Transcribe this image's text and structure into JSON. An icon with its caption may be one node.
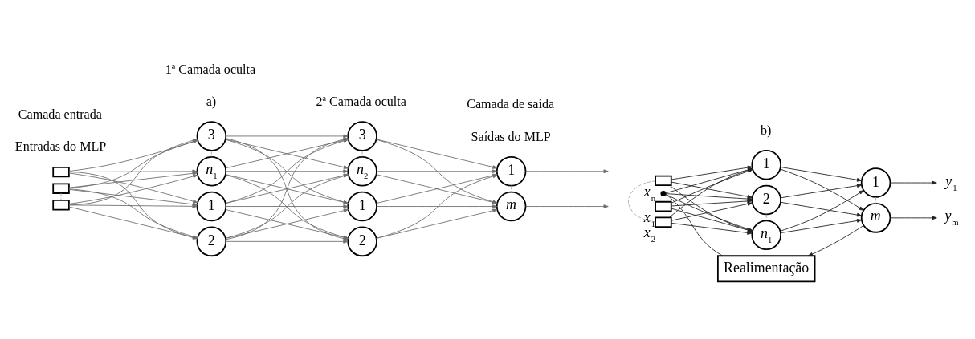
{
  "diagram": {
    "nodes": [
      {
        "text": [],
        "shape": "box"
      },
      {
        "text": [],
        "shape": "box"
      },
      {
        "text": [],
        "shape": "box"
      },
      {
        "text": [
          "1"
        ]
      },
      {
        "text": [
          "2"
        ]
      },
      {
        "text": [
          "3"
        ]
      },
      {
        "text": [
          "*n*$_{1}$"
        ]
      },
      {
        "text": [
          "1"
        ]
      },
      {
        "text": [
          "2"
        ]
      },
      {
        "text": [
          "3"
        ]
      },
      {
        "text": [
          "*n*$_{2}$"
        ]
      },
      {
        "text": [
          "1"
        ]
      },
      {
        "text": [
          "*m*"
        ]
      },
      {
        "text": [],
        "shape": "box",
        "beside": [
          "*x*$_{1}$"
        ]
      },
      {
        "text": [],
        "shape": "box",
        "beside": [
          "*x*$_{2}$"
        ]
      },
      {
        "text": [],
        "shape": "box",
        "beside": [
          "*x*$_{n}$"
        ]
      },
      {
        "text": [
          "1"
        ]
      },
      {
        "text": [
          "2"
        ]
      },
      {
        "text": [
          "*n*$_{1}$"
        ]
      },
      {
        "text": [
          "1"
        ]
      },
      {
        "text": [
          "*m*"
        ]
      },
      {
        "text": [
          "*y*$_{1}$"
        ]
      },
      {
        "text": [
          "*y*$_{m}$"
        ]
      },
      {
        "text": [],
        "shape": "dot"
      },
      {
        "text": [
          "Realimentação"
        ]
      }
    ],
    "edges": [
      {
        "from": 0,
        "to": 3,
        "arrow": "to"
      },
      {
        "from": 0,
        "to": 4,
        "arrow": "to"
      },
      {
        "from": 0,
        "to": 5,
        "arrow": "to"
      },
      {
        "from": 0,
        "to": 6,
        "arrow": "to"
      },
      {
        "from": 1,
        "to": 3,
        "arrow": "to"
      },
      {
        "from": 1,
        "to": 4,
        "arrow": "to"
      },
      {
        "from": 1,
        "to": 5,
        "arrow": "to"
      },
      {
        "from": 1,
        "to": 6,
        "arrow": "to"
      },
      {
        "from": 2,
        "to": 3,
        "arrow": "to"
      },
      {
        "from": 2,
        "to": 4,
        "arrow": "to"
      },
      {
        "from": 2,
        "to": 5,
        "arrow": "to"
      },
      {
        "from": 2,
        "to": 6,
        "arrow": "to"
      },
      {
        "from": 3,
        "to": 7,
        "arrow": "to"
      },
      {
        "from": 3,
        "to": 8,
        "arrow": "to"
      },
      {
        "from": 3,
        "to": 9,
        "arrow": "to"
      },
      {
        "from": 3,
        "to": 10,
        "arrow": "to"
      },
      {
        "from": 4,
        "to": 7,
        "arrow": "to"
      },
      {
        "from": 4,
        "to": 8,
        "arrow": "to"
      },
      {
        "from": 4,
        "to": 9,
        "arrow": "to"
      },
      {
        "from": 4,
        "to": 10,
        "arrow": "to"
      },
      {
        "from": 5,
        "to": 7,
        "arrow": "to"
      },
      {
        "from": 5,
        "to": 8,
        "arrow": "to"
      },
      {
        "from": 5,
        "to": 9,
        "arrow": "to"
      },
      {
        "from": 5,
        "to": 10,
        "arrow": "to"
      },
      {
        "from": 6,
        "to": 7,
        "arrow": "to"
      },
      {
        "from": 6,
        "to": 8,
        "arrow": "to"
      },
      {
        "from": 6,
        "to": 9,
        "arrow": "to"
      },
      {
        "from": 6,
        "to": 10,
        "arrow": "to"
      },
      {
        "from": 7,
        "to": 11,
        "arrow": "to"
      },
      {
        "from": 7,
        "to": 12,
        "arrow": "to"
      },
      {
        "from": 8,
        "to": 11,
        "arrow": "to"
      },
      {
        "from": 8,
        "to": 12,
        "arrow": "to"
      },
      {
        "from": 9,
        "to": 11,
        "arrow": "to"
      },
      {
        "from": 9,
        "to": 12,
        "arrow": "to"
      },
      {
        "from": 10,
        "to": 11,
        "arrow": "to"
      },
      {
        "from": 10,
        "to": 12,
        "arrow": "to"
      },
      {
        "from": 11,
        "to": null,
        "arrow": "to"
      },
      {
        "from": 12,
        "to": null,
        "arrow": "to"
      },
      {
        "from": 1,
        "to": 2,
        "arrow": "none",
        "style": "dashed",
        "color": "#aaaaaa"
      },
      {
        "from": 5,
        "to": 6,
        "arrow": "none",
        "style": "dashed",
        "color": "#aaaaaa"
      },
      {
        "from": 9,
        "to": 10,
        "arrow": "none",
        "style": "dashed",
        "color": "#aaaaaa"
      },
      {
        "from": 11,
        "to": 12,
        "arrow": "none",
        "style": "dashed",
        "color": "#aaaaaa"
      },
      {
        "from": 13,
        "to": 16,
        "arrow": "to",
        "color": "#222222"
      },
      {
        "from": 13,
        "to": 17,
        "arrow": "to",
        "color": "#222222"
      },
      {
        "from": 13,
        "to": 18,
        "arrow": "to",
        "color": "#222222"
      },
      {
        "from": 14,
        "to": 16,
        "arrow": "to",
        "color": "#222222"
      },
      {
        "from": 14,
        "to": 17,
        "arrow": "to",
        "color": "#222222"
      },
      {
        "from": 14,
        "to": 18,
        "arrow": "to",
        "color": "#222222"
      },
      {
        "from": 15,
        "to": 16,
        "arrow": "to",
        "color": "#222222"
      },
      {
        "from": 15,
        "to": 17,
        "arrow": "to",
        "color": "#222222"
      },
      {
        "from": 15,
        "to": 18,
        "arrow": "to",
        "color": "#222222"
      },
      {
        "from": 23,
        "to": 16,
        "arrow": "to",
        "color": "#222222"
      },
      {
        "from": 23,
        "to": 17,
        "arrow": "to",
        "color": "#222222"
      },
      {
        "from": 23,
        "to": 18,
        "arrow": "to",
        "color": "#222222"
      },
      {
        "from": 16,
        "to": 19,
        "arrow": "to",
        "color": "#222222"
      },
      {
        "from": 16,
        "to": 20,
        "arrow": "to",
        "color": "#222222"
      },
      {
        "from": 17,
        "to": 19,
        "arrow": "to",
        "color": "#222222"
      },
      {
        "from": 17,
        "to": 20,
        "arrow": "to",
        "color": "#222222"
      },
      {
        "from": 18,
        "to": 19,
        "arrow": "to",
        "color": "#222222"
      },
      {
        "from": 18,
        "to": 20,
        "arrow": "to",
        "color": "#222222"
      },
      {
        "from": 19,
        "to": 21,
        "arrow": "to",
        "color": "#222222"
      },
      {
        "from": 20,
        "to": 22,
        "arrow": "to",
        "color": "#222222"
      },
      {
        "from": 20,
        "to": 24,
        "arrow": "to",
        "color": "#222222"
      },
      {
        "from": 24,
        "to": 23,
        "arrow": "none",
        "color": "#222222"
      },
      {
        "from": 14,
        "to": 15,
        "arrow": "none",
        "style": "dashed",
        "color": "#aaaaaa"
      },
      {
        "from": 17,
        "to": 18,
        "arrow": "none",
        "style": "dashed",
        "color": "#aaaaaa"
      },
      {
        "from": 19,
        "to": 20,
        "arrow": "none",
        "style": "dashed",
        "color": "#aaaaaa"
      }
    ],
    "labels": [
      "a)",
      "Entradas do MLP",
      "Saídas do MLP",
      "Camada entrada",
      "1ª Camada oculta",
      "2ª Camada oculta",
      "Camada de saída",
      "b)"
    ]
  }
}
